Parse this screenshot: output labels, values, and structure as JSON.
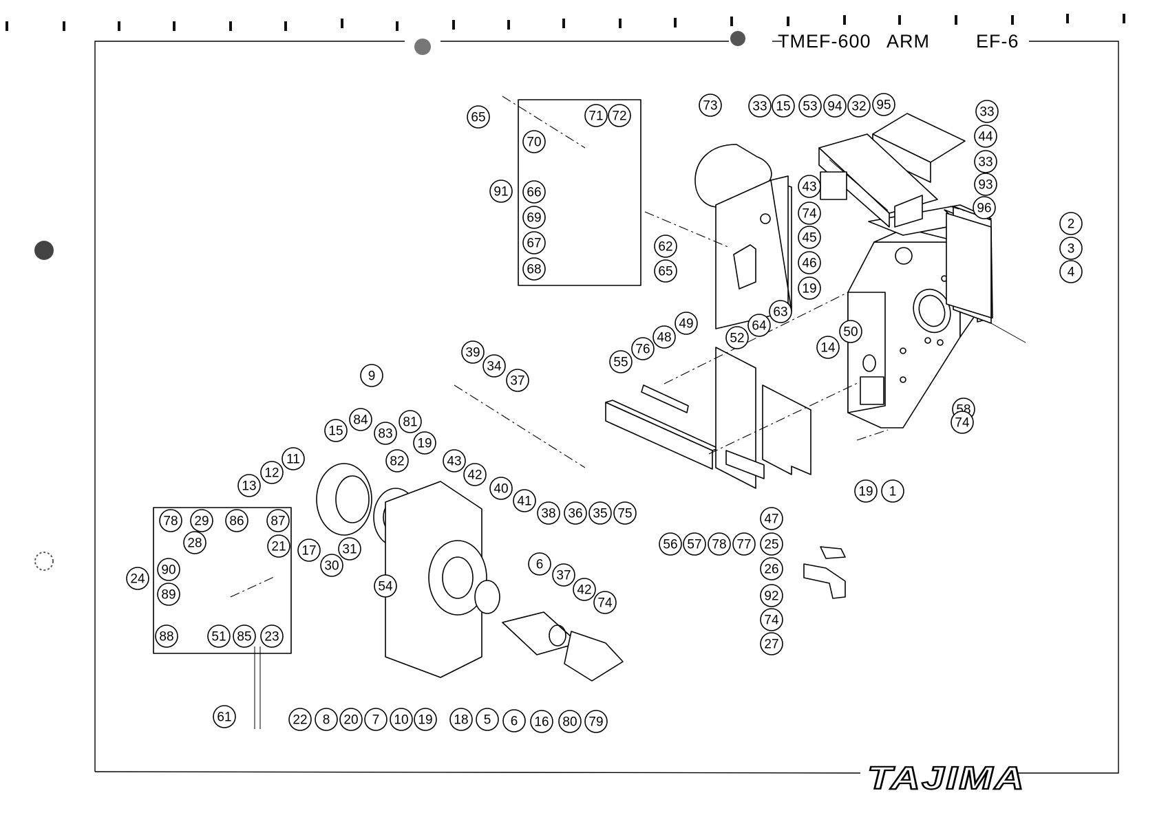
{
  "header": {
    "model": "TMEF-600",
    "section": "ARM",
    "page_code": "EF-6"
  },
  "brand": {
    "logo_text": "TAJIMA"
  },
  "callouts": [
    {
      "label": "65"
    },
    {
      "label": "71"
    },
    {
      "label": "72"
    },
    {
      "label": "70"
    },
    {
      "label": "91"
    },
    {
      "label": "66"
    },
    {
      "label": "69"
    },
    {
      "label": "67"
    },
    {
      "label": "68"
    },
    {
      "label": "73"
    },
    {
      "label": "33"
    },
    {
      "label": "15"
    },
    {
      "label": "53"
    },
    {
      "label": "94"
    },
    {
      "label": "32"
    },
    {
      "label": "95"
    },
    {
      "label": "33"
    },
    {
      "label": "44"
    },
    {
      "label": "33"
    },
    {
      "label": "93"
    },
    {
      "label": "43"
    },
    {
      "label": "74"
    },
    {
      "label": "96"
    },
    {
      "label": "2"
    },
    {
      "label": "3"
    },
    {
      "label": "4"
    },
    {
      "label": "45"
    },
    {
      "label": "46"
    },
    {
      "label": "62"
    },
    {
      "label": "65"
    },
    {
      "label": "19"
    },
    {
      "label": "63"
    },
    {
      "label": "64"
    },
    {
      "label": "52"
    },
    {
      "label": "50"
    },
    {
      "label": "14"
    },
    {
      "label": "49"
    },
    {
      "label": "48"
    },
    {
      "label": "76"
    },
    {
      "label": "55"
    },
    {
      "label": "58"
    },
    {
      "label": "74"
    },
    {
      "label": "39"
    },
    {
      "label": "34"
    },
    {
      "label": "37"
    },
    {
      "label": "9"
    },
    {
      "label": "15"
    },
    {
      "label": "84"
    },
    {
      "label": "81"
    },
    {
      "label": "83"
    },
    {
      "label": "19"
    },
    {
      "label": "82"
    },
    {
      "label": "43"
    },
    {
      "label": "42"
    },
    {
      "label": "40"
    },
    {
      "label": "41"
    },
    {
      "label": "38"
    },
    {
      "label": "36"
    },
    {
      "label": "35"
    },
    {
      "label": "75"
    },
    {
      "label": "19"
    },
    {
      "label": "1"
    },
    {
      "label": "11"
    },
    {
      "label": "12"
    },
    {
      "label": "13"
    },
    {
      "label": "47"
    },
    {
      "label": "56"
    },
    {
      "label": "57"
    },
    {
      "label": "78"
    },
    {
      "label": "77"
    },
    {
      "label": "25"
    },
    {
      "label": "78"
    },
    {
      "label": "29"
    },
    {
      "label": "86"
    },
    {
      "label": "87"
    },
    {
      "label": "28"
    },
    {
      "label": "21"
    },
    {
      "label": "90"
    },
    {
      "label": "24"
    },
    {
      "label": "89"
    },
    {
      "label": "17"
    },
    {
      "label": "31"
    },
    {
      "label": "30"
    },
    {
      "label": "54"
    },
    {
      "label": "6"
    },
    {
      "label": "37"
    },
    {
      "label": "42"
    },
    {
      "label": "74"
    },
    {
      "label": "26"
    },
    {
      "label": "92"
    },
    {
      "label": "74"
    },
    {
      "label": "27"
    },
    {
      "label": "88"
    },
    {
      "label": "51"
    },
    {
      "label": "85"
    },
    {
      "label": "23"
    },
    {
      "label": "61"
    },
    {
      "label": "22"
    },
    {
      "label": "8"
    },
    {
      "label": "20"
    },
    {
      "label": "7"
    },
    {
      "label": "10"
    },
    {
      "label": "19"
    },
    {
      "label": "18"
    },
    {
      "label": "5"
    },
    {
      "label": "6"
    },
    {
      "label": "16"
    },
    {
      "label": "80"
    },
    {
      "label": "79"
    }
  ]
}
